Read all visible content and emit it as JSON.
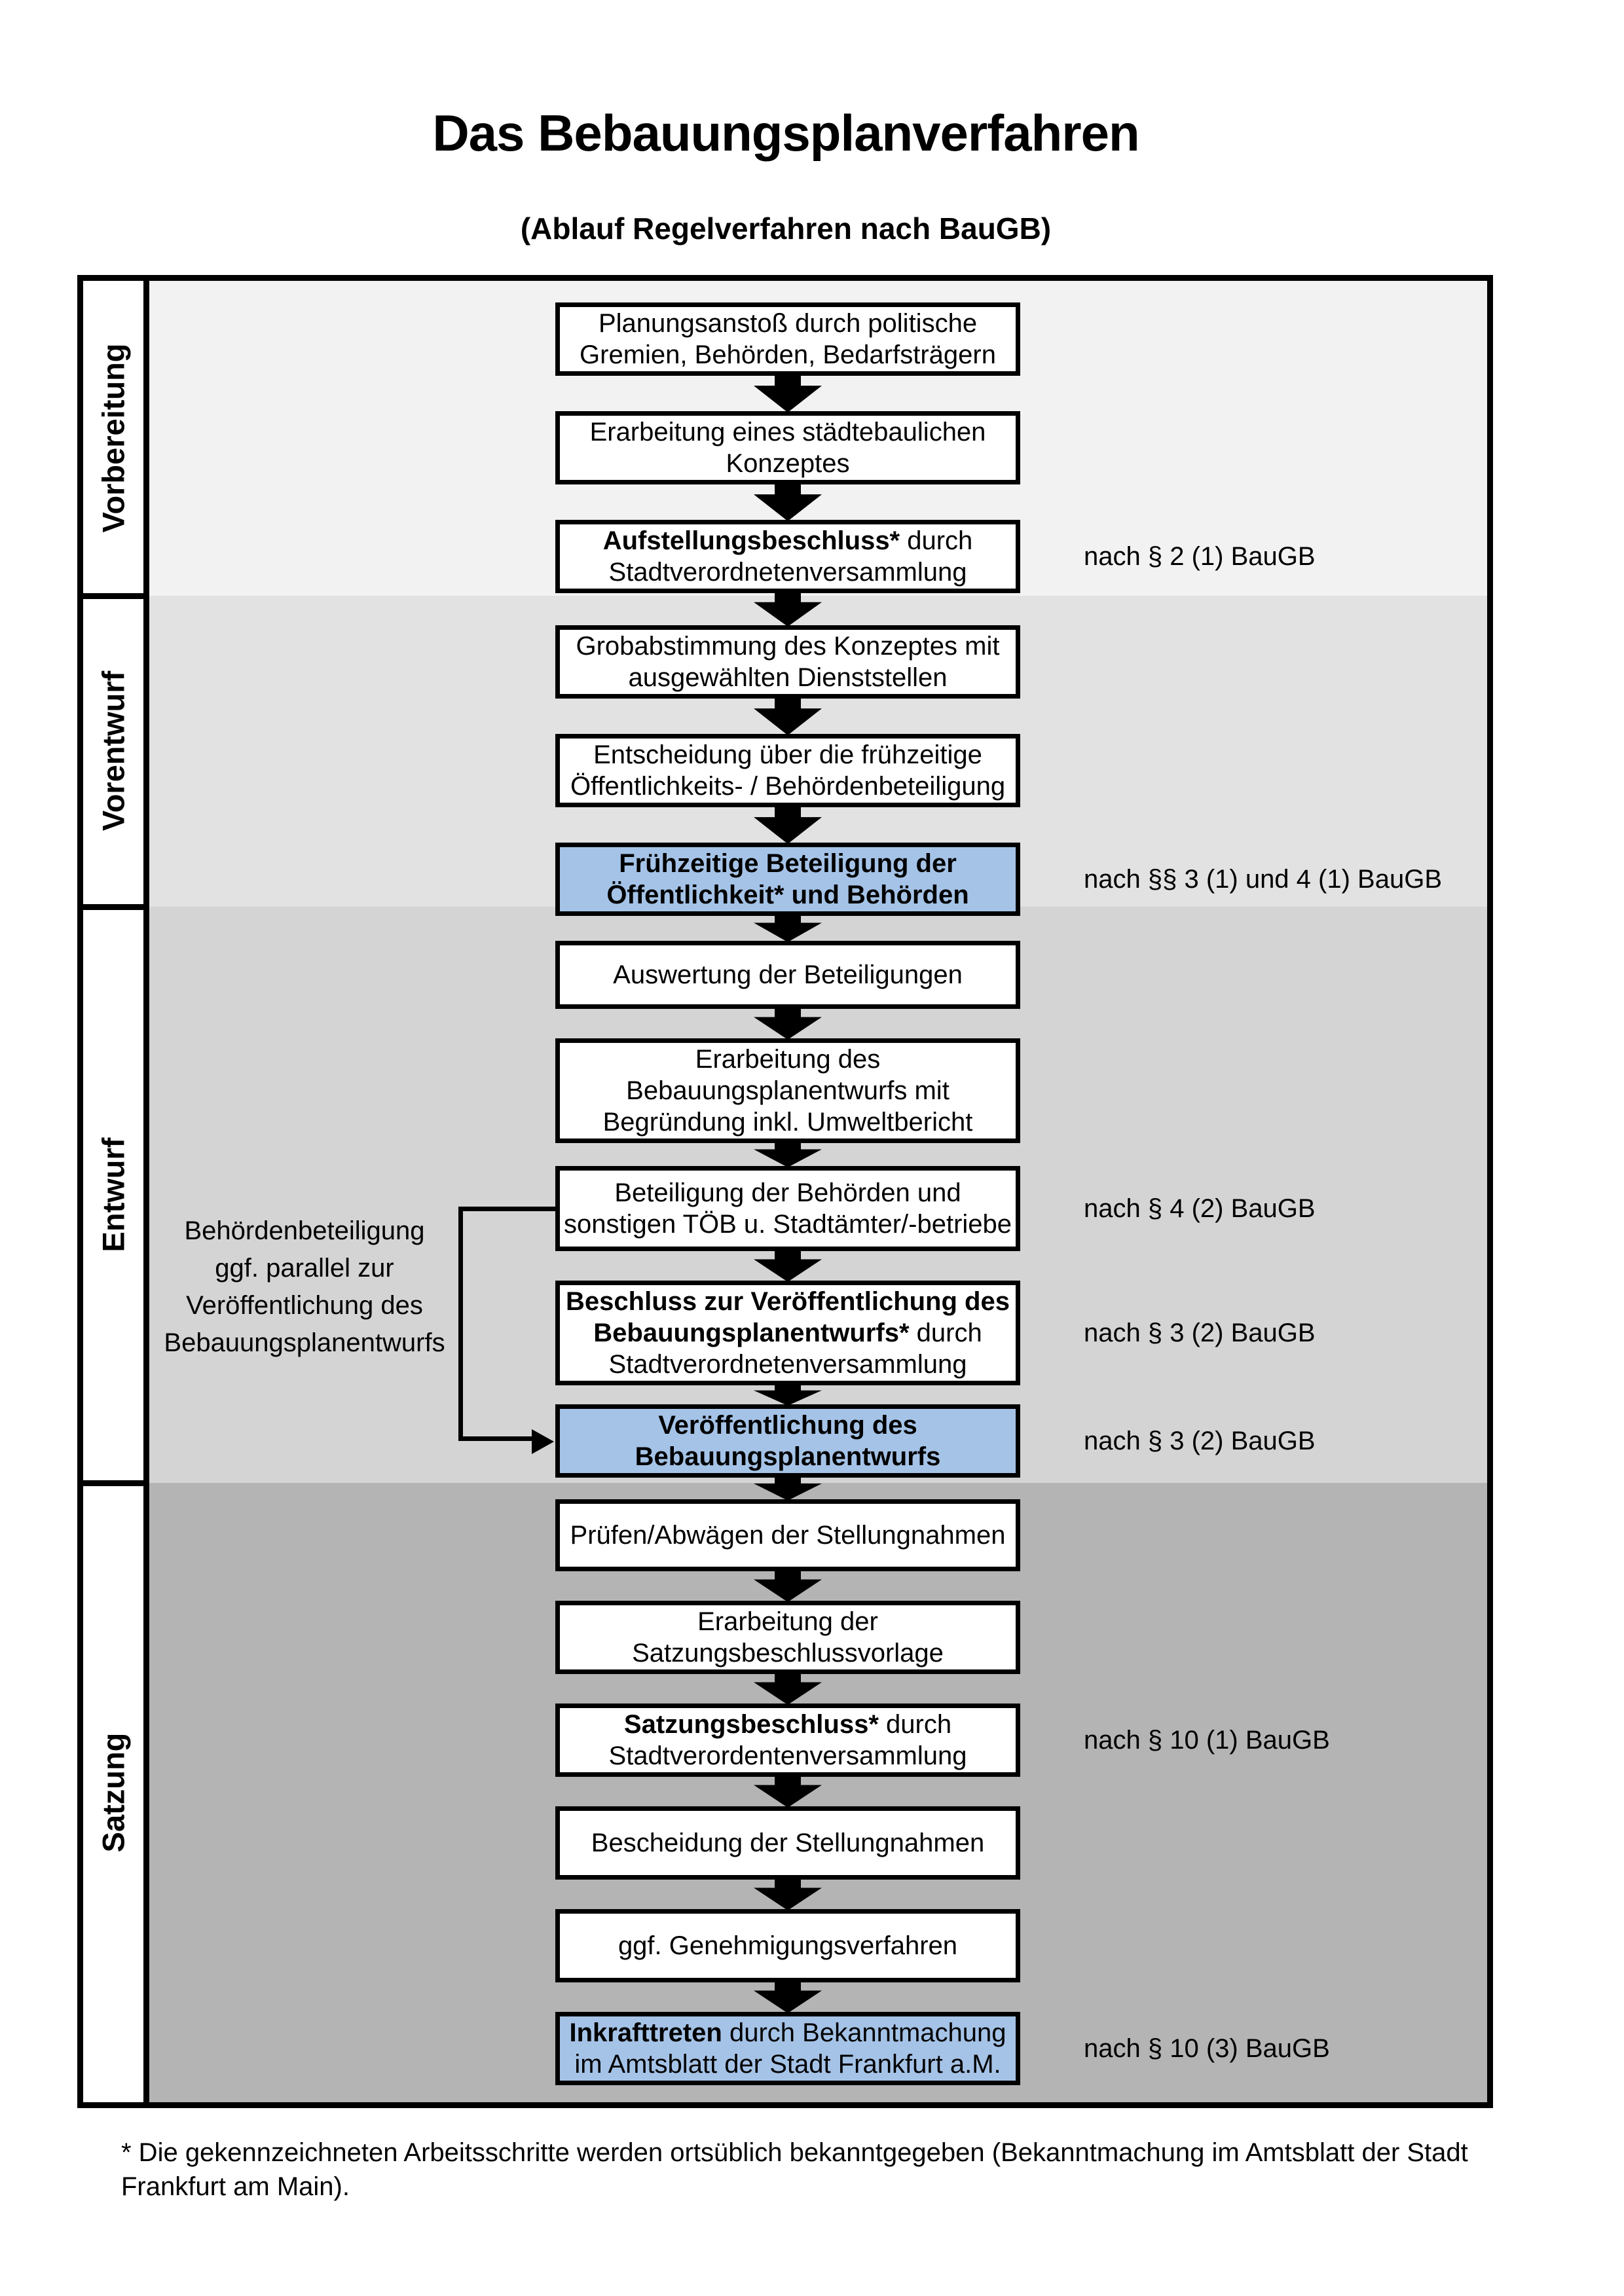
{
  "title": "Das Bebauungsplanverfahren",
  "subtitle": "(Ablauf Regelverfahren nach BauGB)",
  "colors": {
    "highlight_box": "#a5c3e7",
    "box_bg": "#ffffff",
    "box_border": "#000000",
    "section_bg_vorbereitung": "#f2f2f2",
    "section_bg_vorentwurf": "#e2e2e2",
    "section_bg_entwurf": "#d4d4d4",
    "section_bg_satzung": "#b4b4b4"
  },
  "phases": [
    {
      "label": "Vorbereitung"
    },
    {
      "label": "Vorentwurf"
    },
    {
      "label": "Entwurf"
    },
    {
      "label": "Satzung"
    }
  ],
  "flow": {
    "boxes": [
      {
        "phase": "Vorbereitung",
        "highlight": false,
        "law": "",
        "lines": [
          [
            {
              "t": "Planungsanstoß durch politische",
              "b": false
            }
          ],
          [
            {
              "t": "Gremien, Behörden, Bedarfsträgern",
              "b": false
            }
          ]
        ]
      },
      {
        "phase": "Vorbereitung",
        "highlight": false,
        "law": "",
        "lines": [
          [
            {
              "t": "Erarbeitung eines städtebaulichen",
              "b": false
            }
          ],
          [
            {
              "t": "Konzeptes",
              "b": false
            }
          ]
        ]
      },
      {
        "phase": "Vorbereitung",
        "highlight": false,
        "law": "nach § 2 (1) BauGB",
        "lines": [
          [
            {
              "t": "Aufstellungsbeschluss*",
              "b": true
            },
            {
              "t": " durch",
              "b": false
            }
          ],
          [
            {
              "t": "Stadtverordnetenversammlung",
              "b": false
            }
          ]
        ]
      },
      {
        "phase": "Vorentwurf",
        "highlight": false,
        "law": "",
        "lines": [
          [
            {
              "t": "Grobabstimmung des Konzeptes mit",
              "b": false
            }
          ],
          [
            {
              "t": "ausgewählten Dienststellen",
              "b": false
            }
          ]
        ]
      },
      {
        "phase": "Vorentwurf",
        "highlight": false,
        "law": "",
        "lines": [
          [
            {
              "t": "Entscheidung über die frühzeitige",
              "b": false
            }
          ],
          [
            {
              "t": "Öffentlichkeits- / Behördenbeteiligung",
              "b": false
            }
          ]
        ]
      },
      {
        "phase": "Vorentwurf",
        "highlight": true,
        "law": "nach §§ 3 (1) und 4 (1) BauGB",
        "lines": [
          [
            {
              "t": "Frühzeitige Beteiligung der",
              "b": true
            }
          ],
          [
            {
              "t": "Öffentlichkeit* und Behörden",
              "b": true
            }
          ]
        ]
      },
      {
        "phase": "Entwurf",
        "highlight": false,
        "law": "",
        "lines": [
          [
            {
              "t": "Auswertung der Beteiligungen",
              "b": false
            }
          ]
        ]
      },
      {
        "phase": "Entwurf",
        "highlight": false,
        "law": "",
        "lines": [
          [
            {
              "t": "Erarbeitung des",
              "b": false
            }
          ],
          [
            {
              "t": "Bebauungsplanentwurfs mit",
              "b": false
            }
          ],
          [
            {
              "t": "Begründung inkl. Umweltbericht",
              "b": false
            }
          ]
        ]
      },
      {
        "phase": "Entwurf",
        "highlight": false,
        "law": "nach § 4 (2) BauGB",
        "lines": [
          [
            {
              "t": "Beteiligung der Behörden und",
              "b": false
            }
          ],
          [
            {
              "t": "sonstigen TÖB u. Stadtämter/-betriebe",
              "b": false
            }
          ]
        ]
      },
      {
        "phase": "Entwurf",
        "highlight": false,
        "law": "nach § 3 (2) BauGB",
        "lines": [
          [
            {
              "t": "Beschluss zur Veröffentlichung des",
              "b": true
            }
          ],
          [
            {
              "t": "Bebauungsplanentwurfs*",
              "b": true
            },
            {
              "t": " durch",
              "b": false
            }
          ],
          [
            {
              "t": "Stadtverordnetenversammlung",
              "b": false
            }
          ]
        ]
      },
      {
        "phase": "Entwurf",
        "highlight": true,
        "law": "nach § 3 (2) BauGB",
        "lines": [
          [
            {
              "t": "Veröffentlichung des",
              "b": true
            }
          ],
          [
            {
              "t": "Bebauungsplanentwurfs",
              "b": true
            }
          ]
        ]
      },
      {
        "phase": "Satzung",
        "highlight": false,
        "law": "",
        "lines": [
          [
            {
              "t": "Prüfen/Abwägen der Stellungnahmen",
              "b": false
            }
          ]
        ]
      },
      {
        "phase": "Satzung",
        "highlight": false,
        "law": "",
        "lines": [
          [
            {
              "t": "Erarbeitung der",
              "b": false
            }
          ],
          [
            {
              "t": "Satzungsbeschlussvorlage",
              "b": false
            }
          ]
        ]
      },
      {
        "phase": "Satzung",
        "highlight": false,
        "law": "nach § 10 (1) BauGB",
        "lines": [
          [
            {
              "t": "Satzungsbeschluss*",
              "b": true
            },
            {
              "t": " durch",
              "b": false
            }
          ],
          [
            {
              "t": "Stadtverordentenversammlung",
              "b": false
            }
          ]
        ]
      },
      {
        "phase": "Satzung",
        "highlight": false,
        "law": "",
        "lines": [
          [
            {
              "t": "Bescheidung der Stellungnahmen",
              "b": false
            }
          ]
        ]
      },
      {
        "phase": "Satzung",
        "highlight": false,
        "law": "",
        "lines": [
          [
            {
              "t": "ggf. Genehmigungsverfahren",
              "b": false
            }
          ]
        ]
      },
      {
        "phase": "Satzung",
        "highlight": true,
        "law": "nach § 10 (3) BauGB",
        "lines": [
          [
            {
              "t": "Inkrafttreten",
              "b": true
            },
            {
              "t": " durch Bekanntmachung",
              "b": false
            }
          ],
          [
            {
              "t": "im Amtsblatt der Stadt Frankfurt a.M.",
              "b": false
            }
          ]
        ]
      }
    ]
  },
  "side_note": {
    "text": "Behördenbeteiligung\nggf. parallel zur\nVeröffentlichung des\nBebauungsplanentwurfs"
  },
  "footnote": {
    "text": "* Die gekennzeichneten Arbeitsschritte werden ortsüblich bekanntgegeben (Bekanntmachung im Amtsblatt  der Stadt\nFrankfurt am Main)."
  }
}
